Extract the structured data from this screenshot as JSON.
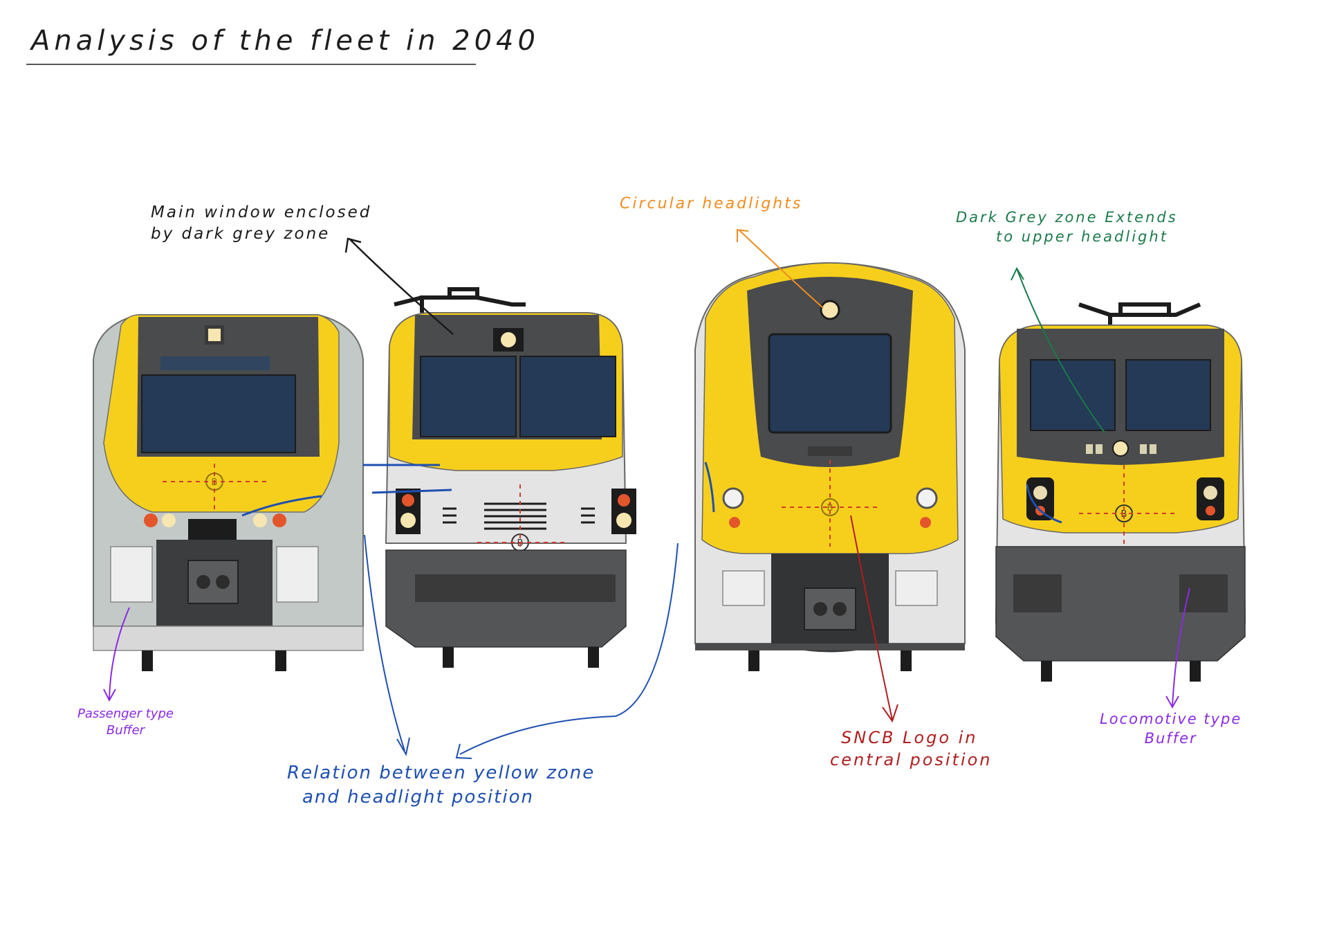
{
  "title": "Analysis of the fleet in 2040",
  "annotations": {
    "main_window": {
      "line1": "Main window enclosed",
      "line2": "by dark grey zone",
      "color": "#1a1a1a"
    },
    "circular_headlights": {
      "text": "Circular headlights",
      "color": "#f08c1e"
    },
    "dark_grey_zone": {
      "line1": "Dark Grey zone Extends",
      "line2": "to upper headlight",
      "color": "#1a7a4a"
    },
    "passenger_buffer": {
      "line1": "Passenger type",
      "line2": "Buffer",
      "color": "#8a2be2"
    },
    "relation": {
      "line1": "Relation between yellow zone",
      "line2": "and headlight position",
      "color": "#1e4fb0"
    },
    "sncb_logo": {
      "line1": "SNCB Logo in",
      "line2": "central position",
      "color": "#b01e1e"
    },
    "locomotive_buffer": {
      "line1": "Locomotive type",
      "line2": "Buffer",
      "color": "#8a2be2"
    }
  },
  "colors": {
    "yellow": "#f6cf1d",
    "dark_grey": "#4a4b4d",
    "window": "#243a56",
    "light_grey": "#e2e2e2",
    "sage_grey": "#c3c9c6",
    "underframe": "#545557",
    "headlight": "#f7e6b0",
    "taillight": "#e3552a",
    "logo_dash": "#d23a2a"
  },
  "logo_letter": "B"
}
